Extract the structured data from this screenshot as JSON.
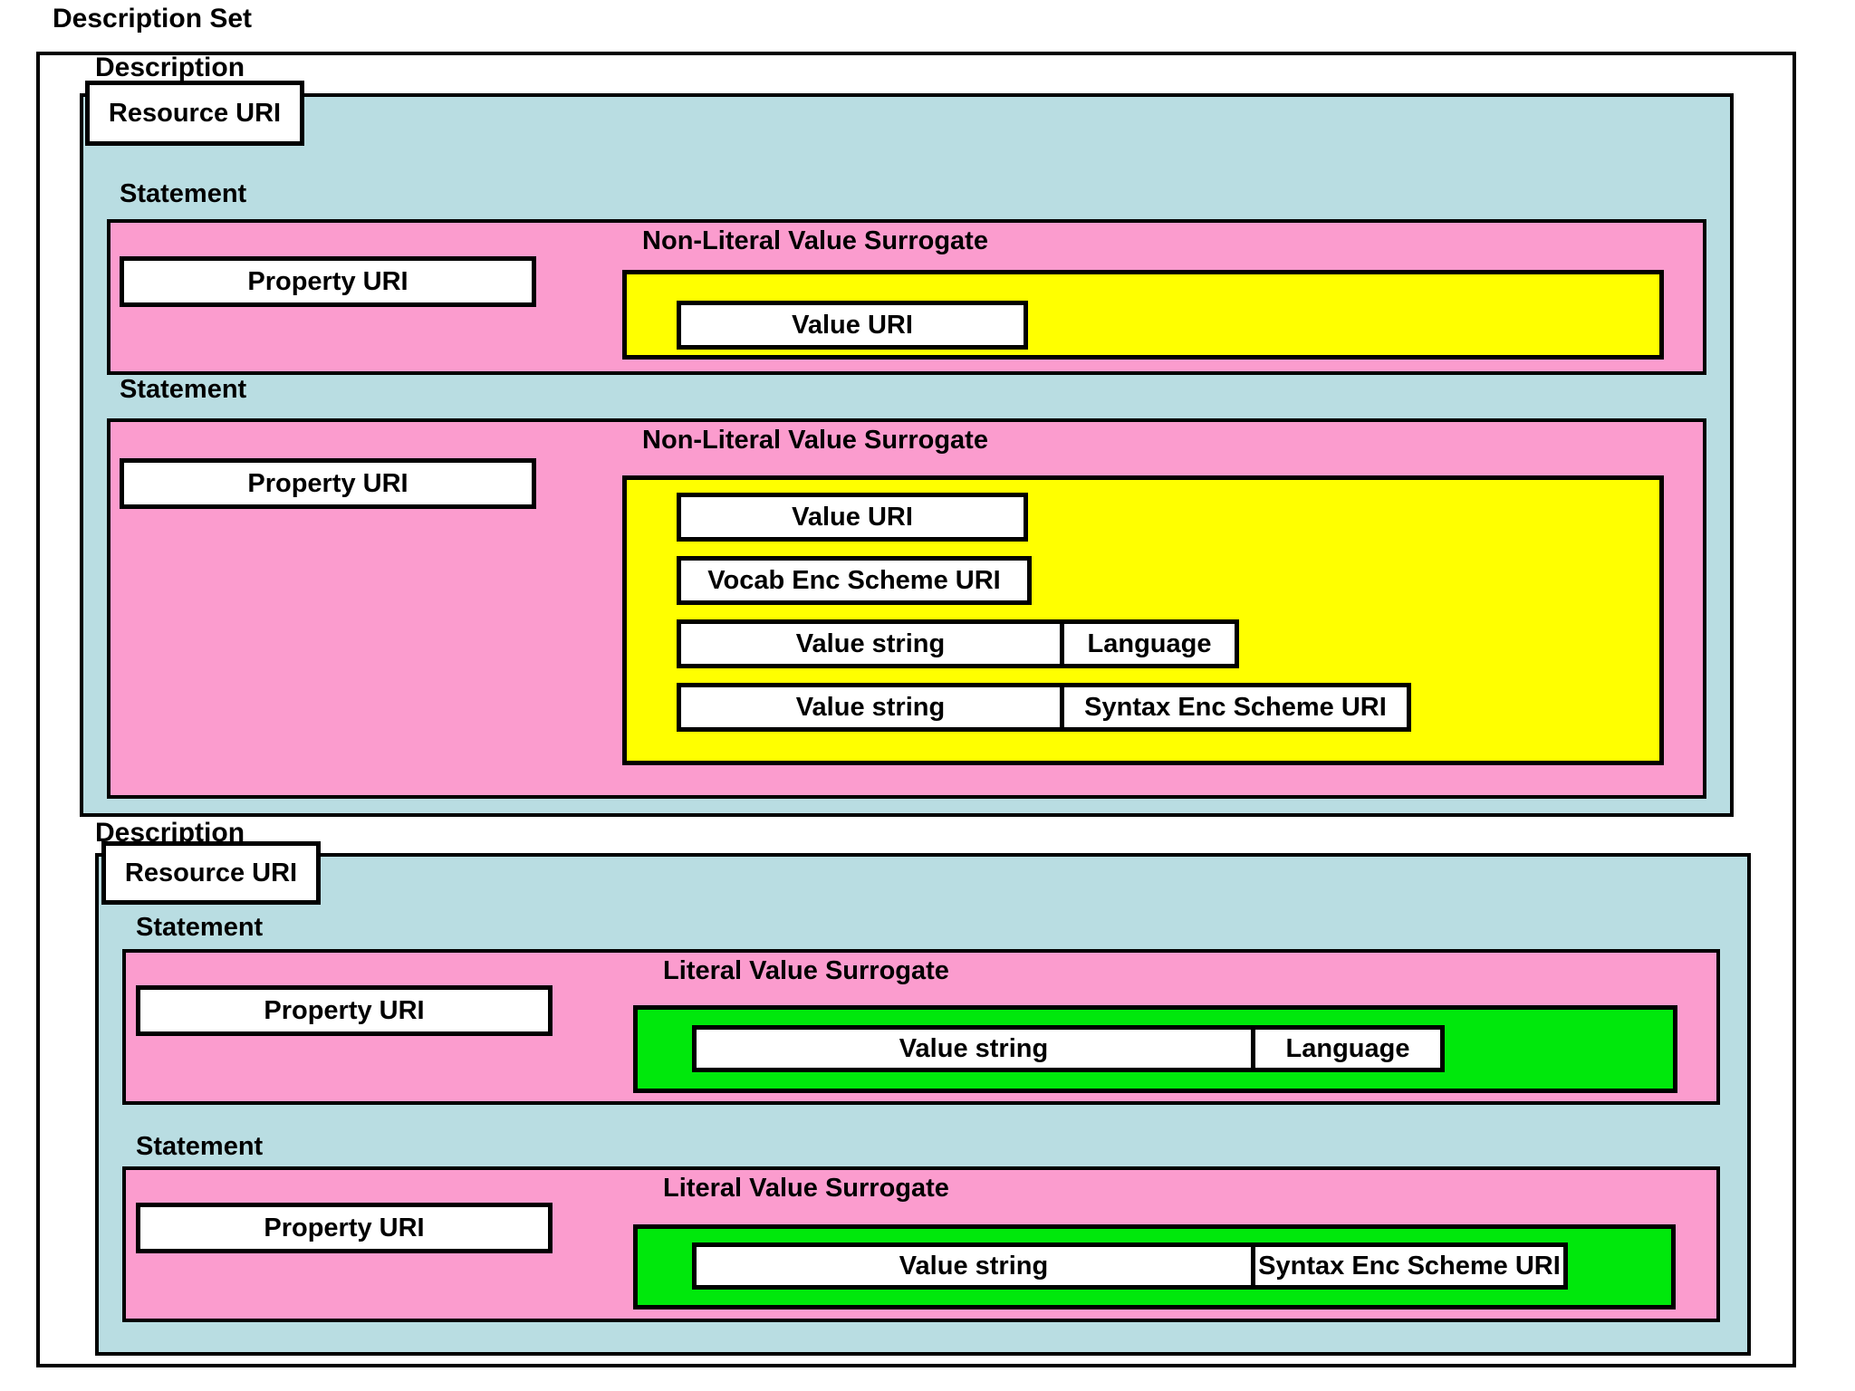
{
  "title": "Description Set",
  "colors": {
    "teal": "#b9dde2",
    "pink": "#fb9cce",
    "yellow": "#ffff00",
    "green": "#00e80c",
    "border": "#000000",
    "background": "#ffffff"
  },
  "descriptions": [
    {
      "label": "Description",
      "resource_uri_label": "Resource URI",
      "statements": [
        {
          "label": "Statement",
          "property_uri_label": "Property URI",
          "surrogate_title": "Non-Literal Value Surrogate",
          "surrogate_type": "non-literal",
          "fields": [
            {
              "text": "Value URI"
            }
          ]
        },
        {
          "label": "Statement",
          "property_uri_label": "Property URI",
          "surrogate_title": "Non-Literal Value Surrogate",
          "surrogate_type": "non-literal",
          "fields": [
            {
              "text": "Value URI"
            },
            {
              "text": "Vocab Enc Scheme URI"
            },
            {
              "text": "Value string",
              "qualifier": "Language"
            },
            {
              "text": "Value string",
              "qualifier": "Syntax Enc Scheme URI"
            }
          ]
        }
      ]
    },
    {
      "label": "Description",
      "resource_uri_label": "Resource URI",
      "statements": [
        {
          "label": "Statement",
          "property_uri_label": "Property URI",
          "surrogate_title": "Literal Value Surrogate",
          "surrogate_type": "literal",
          "fields": [
            {
              "text": "Value string",
              "qualifier": "Language"
            }
          ]
        },
        {
          "label": "Statement",
          "property_uri_label": "Property URI",
          "surrogate_title": "Literal Value Surrogate",
          "surrogate_type": "literal",
          "fields": [
            {
              "text": "Value string",
              "qualifier": "Syntax Enc Scheme URI"
            }
          ]
        }
      ]
    }
  ]
}
